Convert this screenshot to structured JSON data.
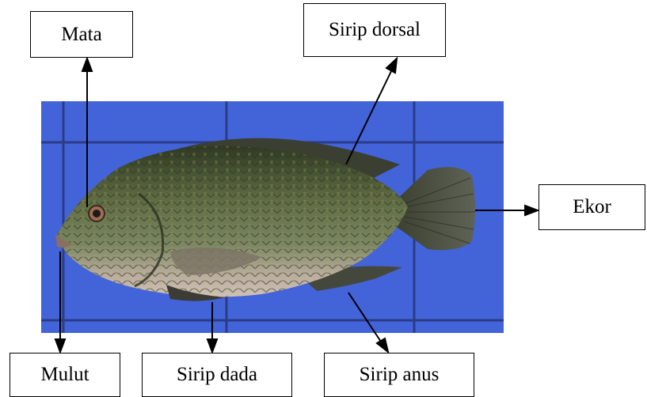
{
  "labels": {
    "mata": "Mata",
    "sirip_dorsal": "Sirip dorsal",
    "ekor": "Ekor",
    "mulut": "Mulut",
    "sirip_dada": "Sirip dada",
    "sirip_anus": "Sirip anus"
  },
  "colors": {
    "background_tiles": "#3f5fd6",
    "grout": "#2b3c86",
    "fish_body": "#5d6a44",
    "fish_belly": "#b9a79a",
    "fins": "#3e3f3a"
  },
  "photo_subject": "tilapia-fish"
}
